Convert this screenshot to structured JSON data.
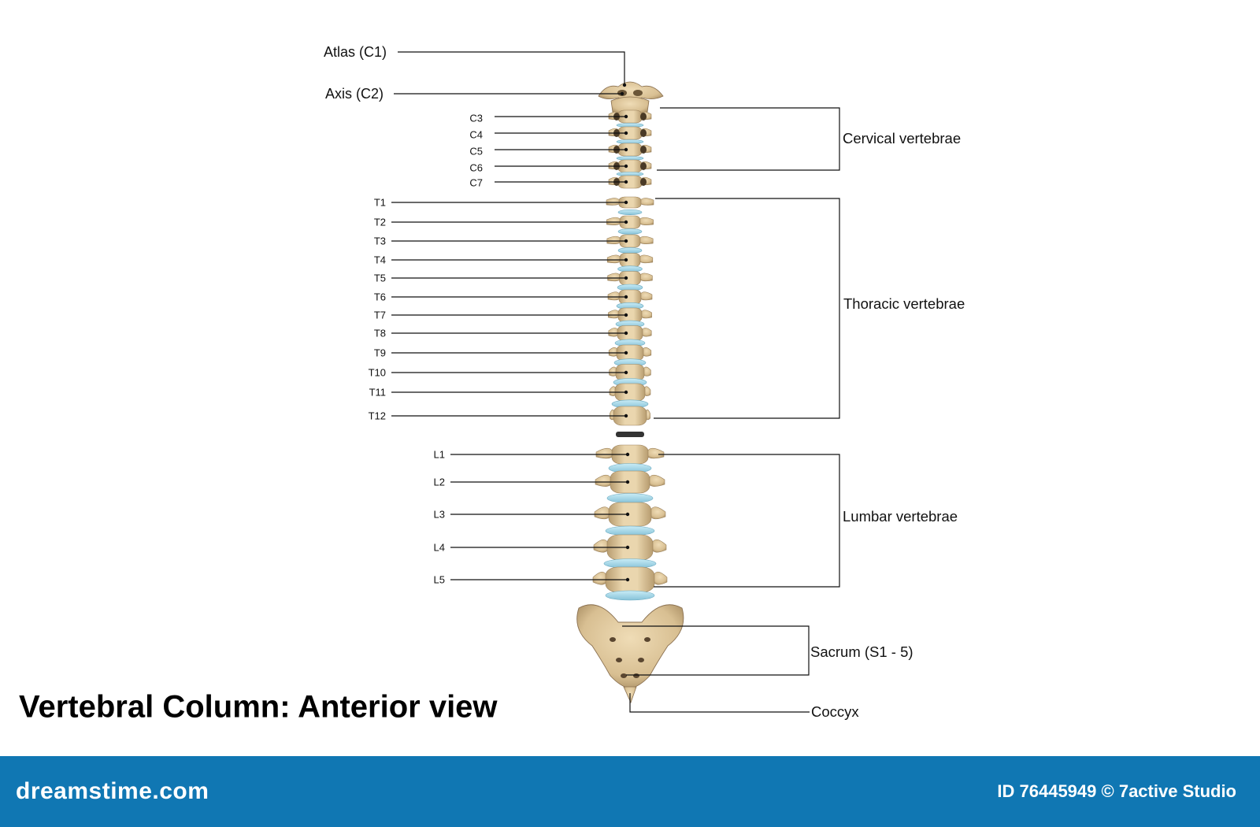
{
  "title": "Vertebral Column: Anterior view",
  "labels": {
    "atlas": "Atlas (C1)",
    "axis": "Axis (C2)",
    "cervical": [
      "C3",
      "C4",
      "C5",
      "C6",
      "C7"
    ],
    "thoracic": [
      "T1",
      "T2",
      "T3",
      "T4",
      "T5",
      "T6",
      "T7",
      "T8",
      "T9",
      "T10",
      "T11",
      "T12"
    ],
    "lumbar": [
      "L1",
      "L2",
      "L3",
      "L4",
      "L5"
    ]
  },
  "groups": {
    "cervical": "Cervical vertebrae",
    "thoracic": "Thoracic vertebrae",
    "lumbar": "Lumbar vertebrae",
    "sacrum": "Sacrum (S1 - 5)",
    "coccyx": "Coccyx"
  },
  "footer": {
    "brand": "dreamstime.com",
    "id": "ID 76445949",
    "credit": "© 7active Studio"
  },
  "colors": {
    "bone": "#ddc69d",
    "bone_shadow": "#a88d62",
    "disc": "#a7d6e6",
    "footer_bg": "#1077b3"
  }
}
